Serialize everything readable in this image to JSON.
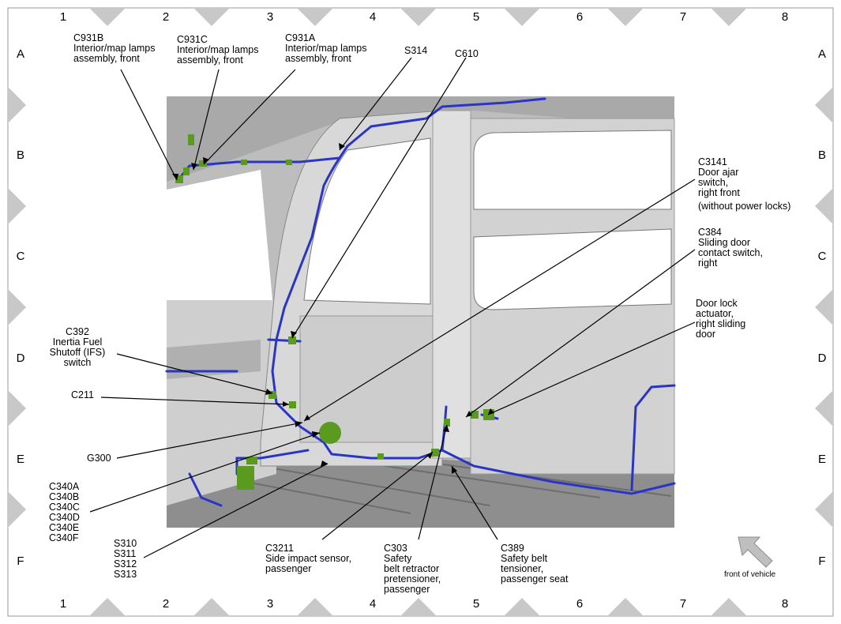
{
  "grid": {
    "columns": [
      "1",
      "2",
      "3",
      "4",
      "5",
      "6",
      "7",
      "8"
    ],
    "rows": [
      "A",
      "B",
      "C",
      "D",
      "E",
      "F"
    ]
  },
  "labels": {
    "c931b": [
      "C931B",
      "Interior/map lamps",
      "assembly, front"
    ],
    "c931c": [
      "C931C",
      "Interior/map lamps",
      "assembly, front"
    ],
    "c931a": [
      "C931A",
      "Interior/map lamps",
      "assembly, front"
    ],
    "s314": [
      "S314"
    ],
    "c610": [
      "C610"
    ],
    "c3141": [
      "C3141",
      "Door ajar",
      "switch,",
      "right front",
      "(without power locks)"
    ],
    "c384": [
      "C384",
      "Sliding door",
      "contact switch,",
      "right"
    ],
    "door_lock": [
      "Door lock",
      "actuator,",
      "right sliding",
      "door"
    ],
    "c392": [
      "C392",
      "Inertia Fuel",
      "Shutoff (IFS)",
      "switch"
    ],
    "c211": [
      "C211"
    ],
    "g300": [
      "G300"
    ],
    "c340": [
      "C340A",
      "C340B",
      "C340C",
      "C340D",
      "C340E",
      "C340F"
    ],
    "s310": [
      "S310",
      "S311",
      "S312",
      "S313"
    ],
    "c3211": [
      "C3211",
      "Side impact sensor,",
      "passenger"
    ],
    "c303": [
      "C303",
      "Safety",
      "belt retractor",
      "pretensioner,",
      "passenger"
    ],
    "c389": [
      "C389",
      "Safety belt",
      "tensioner,",
      "passenger seat"
    ]
  },
  "front_of_vehicle": "front of vehicle",
  "colors": {
    "harness": "#2a35c8",
    "connector": "#5a9a1e",
    "body_panel": "#c9c9c9",
    "marker": "#c8c8c8"
  }
}
